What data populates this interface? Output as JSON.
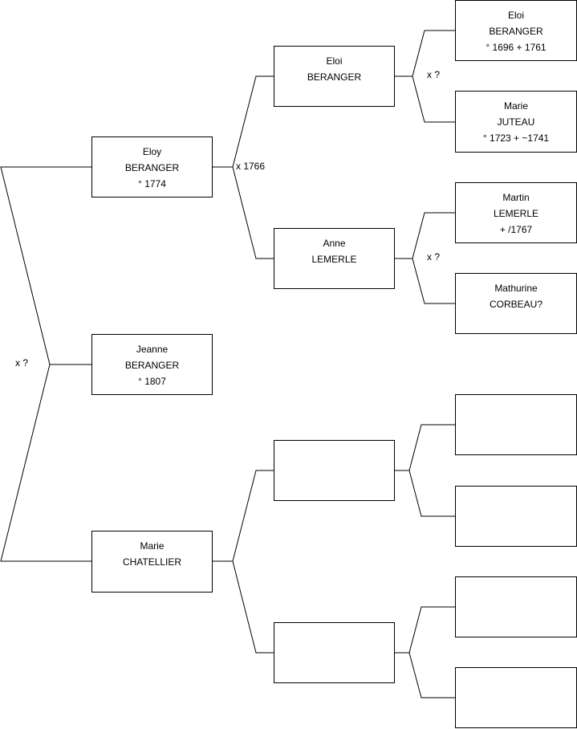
{
  "persons": {
    "jeanne": {
      "line1": "Jeanne",
      "line2": "BERANGER",
      "line3": "° 1807"
    },
    "eloy": {
      "line1": "Eloy",
      "line2": "BERANGER",
      "line3": "° 1774"
    },
    "marie_ch": {
      "line1": "Marie",
      "line2": "CHATELLIER"
    },
    "eloi": {
      "line1": "Eloi",
      "line2": "BERANGER"
    },
    "anne": {
      "line1": "Anne",
      "line2": "LEMERLE"
    },
    "eloi2": {
      "line1": "Eloi",
      "line2": "BERANGER",
      "line3": "° 1696 + 1761"
    },
    "marie_ju": {
      "line1": "Marie",
      "line2": "JUTEAU",
      "line3": "° 1723 + ~1741"
    },
    "martin": {
      "line1": "Martin",
      "line2": "LEMERLE",
      "line3": "+ /1767"
    },
    "mathurine": {
      "line1": "Mathurine",
      "line2": "CORBEAU?"
    }
  },
  "marriages": {
    "root": "x ?",
    "eloy_marie": "x 1766",
    "eloi_parents": "x ?",
    "anne_parents": "x ?"
  }
}
